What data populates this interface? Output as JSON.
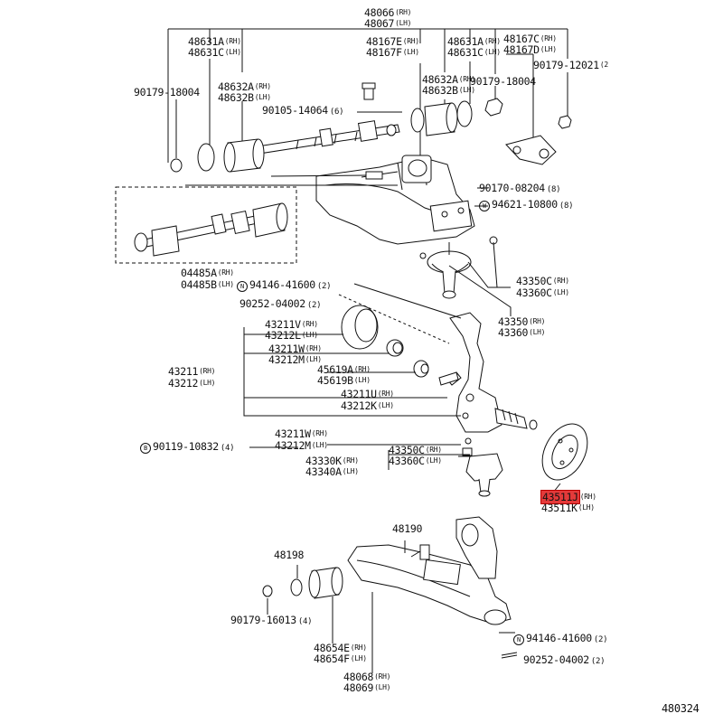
{
  "diagram_id": "480324",
  "labels": [
    {
      "id": "p48066",
      "part": "48066",
      "suffix": "(RH)"
    },
    {
      "id": "p48067",
      "part": "48067",
      "suffix": "(LH)"
    },
    {
      "id": "p48631a_l",
      "part": "48631A",
      "suffix": "(RH)"
    },
    {
      "id": "p48631c_l",
      "part": "48631C",
      "suffix": "(LH)"
    },
    {
      "id": "p48632a_l",
      "part": "48632A",
      "suffix": "(RH)"
    },
    {
      "id": "p48632b_l",
      "part": "48632B",
      "suffix": "(LH)"
    },
    {
      "id": "p48167e",
      "part": "48167E",
      "suffix": "(RH)"
    },
    {
      "id": "p48167f",
      "part": "48167F",
      "suffix": "(LH)"
    },
    {
      "id": "p48631a_r",
      "part": "48631A",
      "suffix": "(RH)"
    },
    {
      "id": "p48631c_r",
      "part": "48631C",
      "suffix": "(LH)"
    },
    {
      "id": "p48632a_r",
      "part": "48632A",
      "suffix": "(RH)"
    },
    {
      "id": "p48632b_r",
      "part": "48632B",
      "suffix": "(LH)"
    },
    {
      "id": "p48167c",
      "part": "48167C",
      "suffix": "(RH)"
    },
    {
      "id": "p48167d",
      "part": "48167D",
      "suffix": "(LH)"
    },
    {
      "id": "p90179_12021",
      "part": "90179-12021",
      "suffix": "(2"
    },
    {
      "id": "p90179_18004_l",
      "part": "90179-18004",
      "suffix": ""
    },
    {
      "id": "p90179_18004_r",
      "part": "90179-18004",
      "suffix": ""
    },
    {
      "id": "p90105",
      "part": "90105-14064",
      "qty": "(6)"
    },
    {
      "id": "p90170",
      "part": "90170-08204",
      "qty": "(8)"
    },
    {
      "id": "p94621",
      "part": "94621-10800",
      "qty": "(8)",
      "circle": "W"
    },
    {
      "id": "p04485a",
      "part": "04485A",
      "suffix": "(RH)"
    },
    {
      "id": "p04485b",
      "part": "04485B",
      "suffix": "(LH)"
    },
    {
      "id": "p94146_top",
      "part": "94146-41600",
      "qty": "(2)",
      "circle": "N"
    },
    {
      "id": "p90252_top",
      "part": "90252-04002",
      "qty": "(2)"
    },
    {
      "id": "p43350c_top",
      "part": "43350C",
      "suffix": "(RH)"
    },
    {
      "id": "p43360c_top",
      "part": "43360C",
      "suffix": "(LH)"
    },
    {
      "id": "p43350",
      "part": "43350",
      "suffix": "(RH)"
    },
    {
      "id": "p43360",
      "part": "43360",
      "suffix": "(LH)"
    },
    {
      "id": "p43211v",
      "part": "43211V",
      "suffix": "(RH)"
    },
    {
      "id": "p43212l",
      "part": "43212L",
      "suffix": "(LH)"
    },
    {
      "id": "p43211w_a",
      "part": "43211W",
      "suffix": "(RH)"
    },
    {
      "id": "p43212m_a",
      "part": "43212M",
      "suffix": "(LH)"
    },
    {
      "id": "p43211",
      "part": "43211",
      "suffix": "(RH)"
    },
    {
      "id": "p43212",
      "part": "43212",
      "suffix": "(LH)"
    },
    {
      "id": "p45619a",
      "part": "45619A",
      "suffix": "(RH)"
    },
    {
      "id": "p45619b",
      "part": "45619B",
      "suffix": "(LH)"
    },
    {
      "id": "p43211u",
      "part": "43211U",
      "suffix": "(RH)"
    },
    {
      "id": "p43212k",
      "part": "43212K",
      "suffix": "(LH)"
    },
    {
      "id": "p43211w_b",
      "part": "43211W",
      "suffix": "(RH)"
    },
    {
      "id": "p43212m_b",
      "part": "43212M",
      "suffix": "(LH)"
    },
    {
      "id": "p90119",
      "part": "90119-10832",
      "qty": "(4)",
      "circle": "B"
    },
    {
      "id": "p43350c_bot",
      "part": "43350C",
      "suffix": "(RH)"
    },
    {
      "id": "p43360c_bot",
      "part": "43360C",
      "suffix": "(LH)"
    },
    {
      "id": "p43330k",
      "part": "43330K",
      "suffix": "(RH)"
    },
    {
      "id": "p43340a",
      "part": "43340A",
      "suffix": "(LH)"
    },
    {
      "id": "p43511j",
      "part": "43511J",
      "suffix": "(RH)",
      "highlight": true
    },
    {
      "id": "p43511k",
      "part": "43511K",
      "suffix": "(LH)"
    },
    {
      "id": "p48190",
      "part": "48190",
      "suffix": ""
    },
    {
      "id": "p48198",
      "part": "48198",
      "suffix": ""
    },
    {
      "id": "p90179_16013",
      "part": "90179-16013",
      "qty": "(4)"
    },
    {
      "id": "p48654e",
      "part": "48654E",
      "suffix": "(RH)"
    },
    {
      "id": "p48654f",
      "part": "48654F",
      "suffix": "(LH)"
    },
    {
      "id": "p48068",
      "part": "48068",
      "suffix": "(RH)"
    },
    {
      "id": "p48069",
      "part": "48069",
      "suffix": "(LH)"
    },
    {
      "id": "p94146_bot",
      "part": "94146-41600",
      "qty": "(2)",
      "circle": "N"
    },
    {
      "id": "p90252_bot",
      "part": "90252-04002",
      "qty": "(2)"
    }
  ],
  "colors": {
    "ink": "#111111",
    "highlight": "#e43a3a",
    "paper": "#ffffff"
  }
}
